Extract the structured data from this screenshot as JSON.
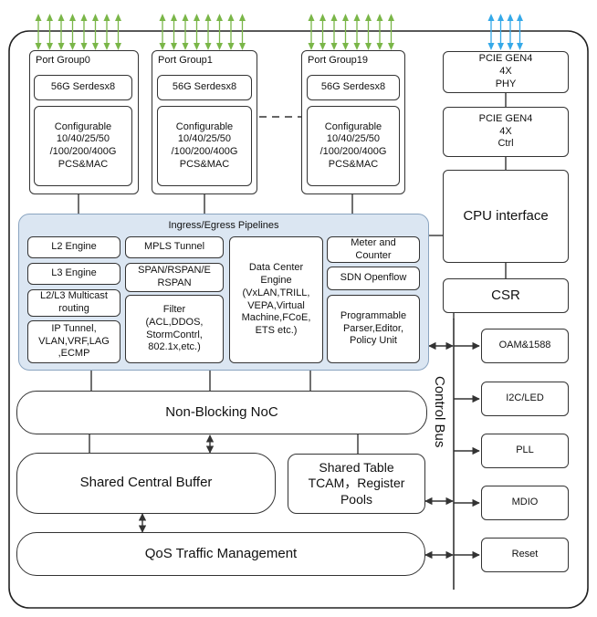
{
  "port_groups": [
    {
      "name": "Port Group0",
      "serdes": "56G Serdesx8",
      "pcs": "Configurable\n10/40/25/50\n/100/200/400G\nPCS&MAC"
    },
    {
      "name": "Port Group1",
      "serdes": "56G Serdesx8",
      "pcs": "Configurable\n10/40/25/50\n/100/200/400G\nPCS&MAC"
    },
    {
      "name": "Port Group19",
      "serdes": "56G Serdesx8",
      "pcs": "Configurable\n10/40/25/50\n/100/200/400G\nPCS&MAC"
    }
  ],
  "pcie": {
    "phy": "PCIE GEN4\n4X\nPHY",
    "ctrl": "PCIE GEN4\n4X\nCtrl"
  },
  "cpu_interface": "CPU interface",
  "csr": "CSR",
  "pipelines": {
    "title": "Ingress/Egress Pipelines",
    "l2_engine": "L2 Engine",
    "l3_engine": "L3 Engine",
    "l2l3_multicast": "L2/L3 Multicast\nrouting",
    "ip_tunnel": "IP Tunnel,\nVLAN,VRF,LAG\n,ECMP",
    "mpls_tunnel": "MPLS Tunnel",
    "span": "SPAN/RSPAN/E\nRSPAN",
    "filter": "Filter\n(ACL,DDOS,\nStormContrl,\n802.1x,etc.)",
    "data_center": "Data Center\nEngine\n(VxLAN,TRILL,\nVEPA,Virtual\nMachine,FCoE,\nETS etc.)",
    "meter": "Meter and\nCounter",
    "sdn": "SDN Openflow",
    "parser": "Programmable\nParser,Editor,\nPolicy Unit"
  },
  "noc": "Non-Blocking NoC",
  "shared_buffer": "Shared Central Buffer",
  "shared_table": "Shared Table\nTCAM，Register\nPools",
  "qos": "QoS Traffic Management",
  "control_bus": "Control Bus",
  "peripherals": [
    "OAM&1588",
    "I2C/LED",
    "PLL",
    "MDIO",
    "Reset"
  ],
  "colors": {
    "port_arrows": "#7ab648",
    "pcie_arrows": "#35a9e8",
    "pipeline_bg": "#dbe6f2",
    "outline": "#333333"
  }
}
